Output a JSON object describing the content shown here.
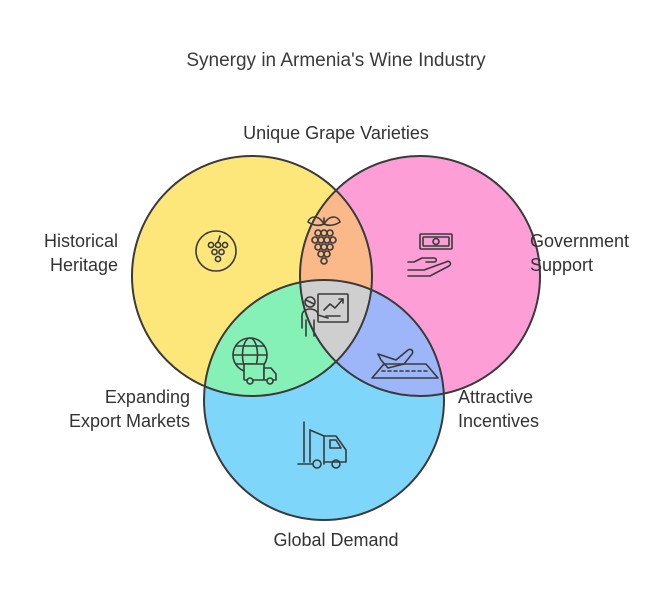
{
  "title": "Synergy in Armenia's Wine Industry",
  "sets": {
    "top": {
      "name": "Unique Grape Varieties",
      "icon": "grapes-icon"
    },
    "left": {
      "name": [
        "Historical",
        "Heritage"
      ],
      "icon": "grape-badge-icon",
      "color": "#fde77a"
    },
    "right": {
      "name": [
        "Government",
        "Support"
      ],
      "icon": "money-hand-icon",
      "color": "#fd9fd6"
    },
    "bottom_left": {
      "name": [
        "Expanding",
        "Export Markets"
      ],
      "icon": "globe-truck-icon"
    },
    "bottom_right": {
      "name": [
        "Attractive",
        "Incentives"
      ],
      "icon": "plane-ticket-icon"
    },
    "bottom": {
      "name": "Global Demand",
      "icon": "truck-icon",
      "color": "#7fd6fb"
    }
  },
  "center": {
    "icon": "presenter-chart-icon"
  },
  "colors": {
    "yellow": "#fde77a",
    "pink": "#fd9fd6",
    "blue": "#7fd6fb",
    "orange": "#fbb888",
    "green": "#86f1b6",
    "periwinkle": "#9db6f9",
    "center": "#cfcfcf",
    "outline": "#3a3a3a"
  }
}
